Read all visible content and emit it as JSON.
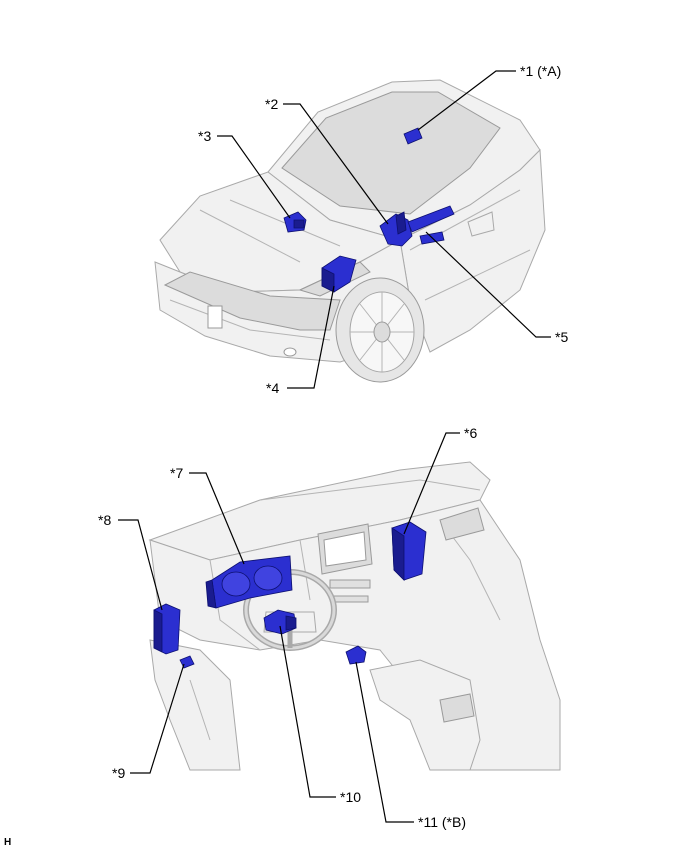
{
  "figure": {
    "page_code": "H",
    "part_color": "#2b2fd0",
    "part_shadow_color": "#1a1c8f",
    "body_color": "#f1f1f1",
    "top_view": {
      "callouts": [
        {
          "id": "1",
          "label": "*1 (*A)"
        },
        {
          "id": "2",
          "label": "*2"
        },
        {
          "id": "3",
          "label": "*3"
        },
        {
          "id": "4",
          "label": "*4"
        },
        {
          "id": "5",
          "label": "*5"
        }
      ]
    },
    "bottom_view": {
      "callouts": [
        {
          "id": "6",
          "label": "*6"
        },
        {
          "id": "7",
          "label": "*7"
        },
        {
          "id": "8",
          "label": "*8"
        },
        {
          "id": "9",
          "label": "*9"
        },
        {
          "id": "10",
          "label": "*10"
        },
        {
          "id": "11",
          "label": "*11 (*B)"
        }
      ]
    }
  }
}
